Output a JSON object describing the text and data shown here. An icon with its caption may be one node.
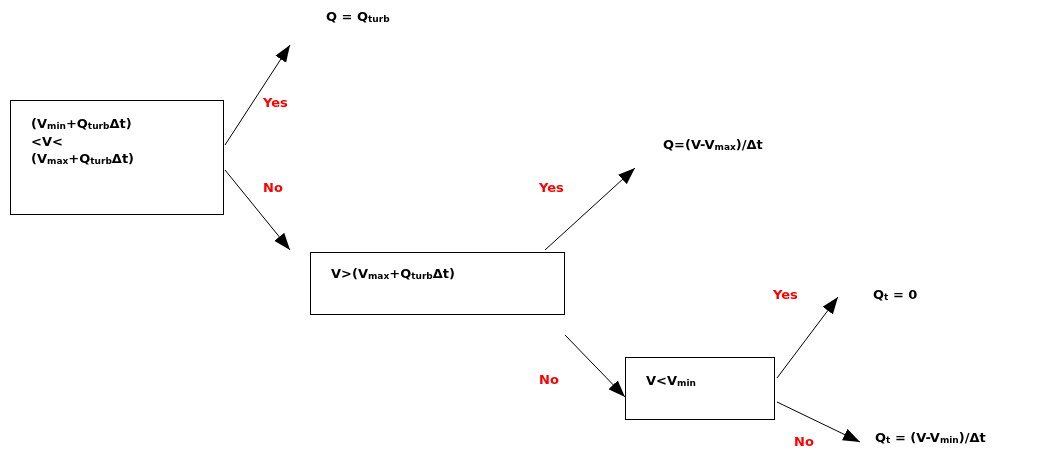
{
  "diagram": {
    "nodes": [
      {
        "text": [
          "(V$_{min}$+Q$_{turb}$Δt) <V< (V$_{max}$+Q$_{turb}$Δt)"
        ]
      },
      {
        "text": [
          "Q = Q$_{turb}$"
        ]
      },
      {
        "text": [
          "V>(V$_{max}$+Q$_{turb}$Δt)"
        ]
      },
      {
        "text": [
          "Q=(V-V$_{max}$)/Δt"
        ]
      },
      {
        "text": [
          "V<V$_{min}$"
        ]
      },
      {
        "text": [
          "Q$_{t}$ = 0"
        ]
      },
      {
        "text": [
          "Q$_{t}$ = (V-V$_{min}$)/Δt"
        ]
      }
    ],
    "edges": [
      {
        "from": 0,
        "to": 1,
        "arrow": "to",
        "label": "Yes"
      },
      {
        "from": 0,
        "to": 2,
        "arrow": "to",
        "label": "No"
      },
      {
        "from": 2,
        "to": 3,
        "arrow": "to",
        "label": "Yes"
      },
      {
        "from": 2,
        "to": 4,
        "arrow": "to",
        "label": "No"
      },
      {
        "from": 4,
        "to": 5,
        "arrow": "to",
        "label": "Yes"
      },
      {
        "from": 4,
        "to": 6,
        "arrow": "to",
        "label": "No"
      }
    ]
  }
}
